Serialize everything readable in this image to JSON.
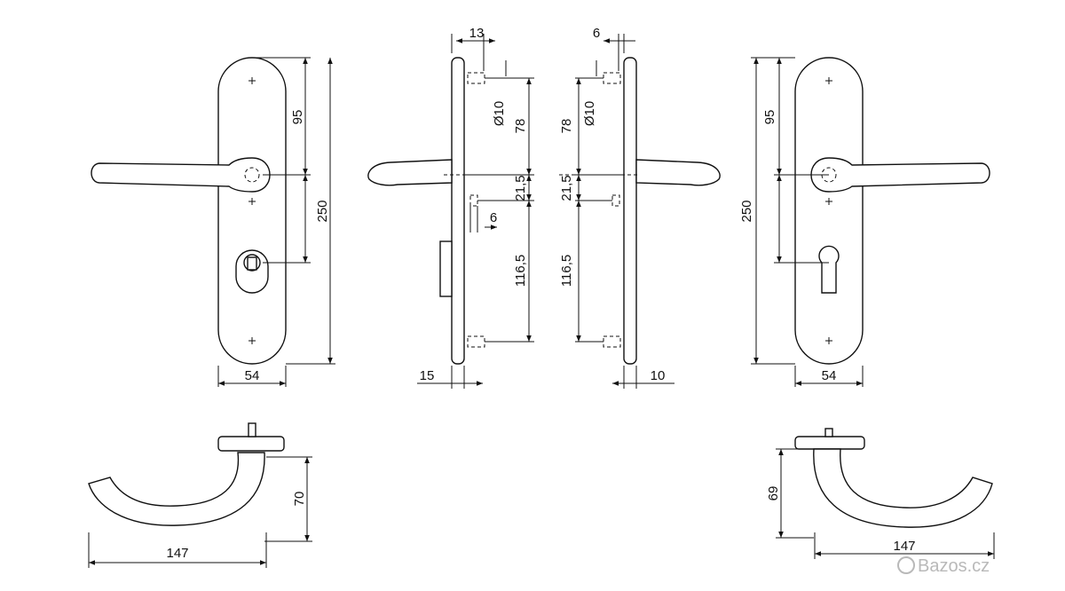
{
  "front_left": {
    "d95": "95",
    "d250": "250",
    "d54": "54"
  },
  "side_left": {
    "d13": "13",
    "d10": "Ø10",
    "d78": "78",
    "d21": "21,5",
    "d6": "6",
    "d116": "116,5",
    "d15": "15"
  },
  "side_right": {
    "d6": "6",
    "d10": "Ø10",
    "d78": "78",
    "d21": "21,5",
    "d116": "116,5",
    "d10b": "10"
  },
  "front_right": {
    "d95": "95",
    "d250": "250",
    "d54": "54"
  },
  "top_left": {
    "d70": "70",
    "d147": "147"
  },
  "top_right": {
    "d69": "69",
    "d147": "147"
  },
  "watermark": "Bazos.cz",
  "colors": {
    "line": "#111111",
    "watermark": "#b9b9b9"
  }
}
